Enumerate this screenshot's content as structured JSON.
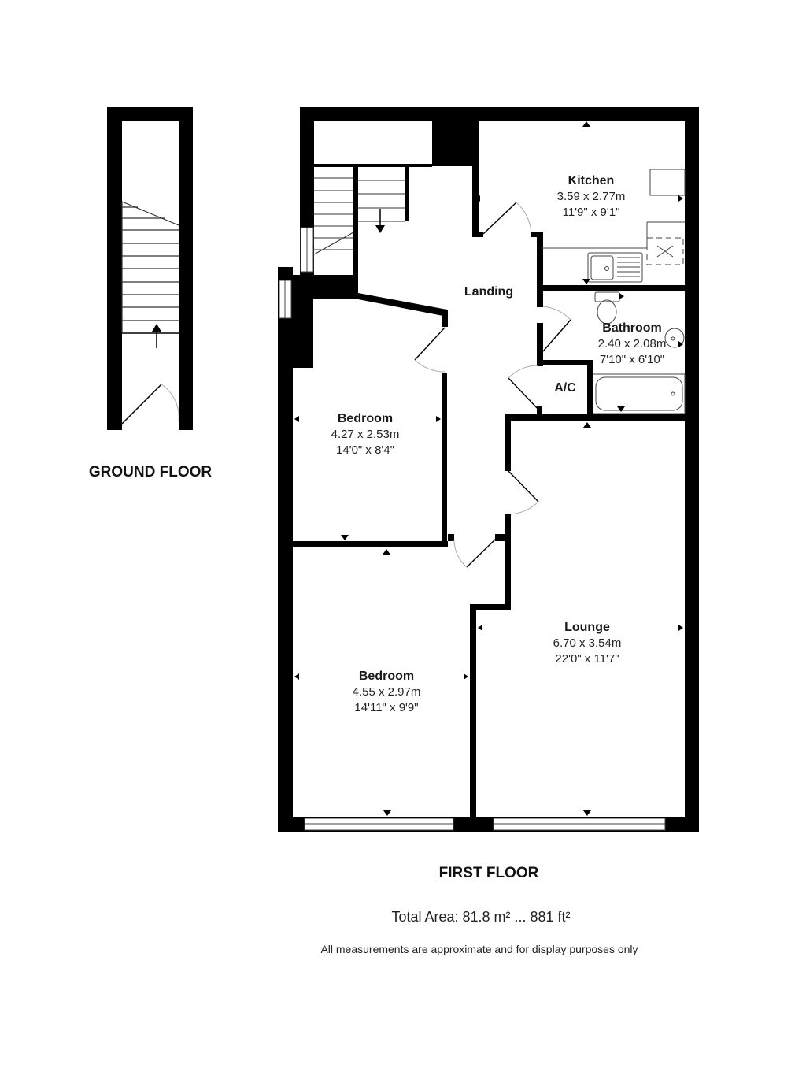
{
  "floors": {
    "ground": {
      "title": "GROUND FLOOR"
    },
    "first": {
      "title": "FIRST FLOOR"
    }
  },
  "rooms": {
    "kitchen": {
      "name": "Kitchen",
      "metric": "3.59 x 2.77m",
      "imperial": "11'9\" x 9'1\""
    },
    "landing": {
      "name": "Landing"
    },
    "bathroom": {
      "name": "Bathroom",
      "metric": "2.40 x 2.08m",
      "imperial": "7'10\" x 6'10\""
    },
    "ac": {
      "name": "A/C"
    },
    "bedroom1": {
      "name": "Bedroom",
      "metric": "4.27 x 2.53m",
      "imperial": "14'0\" x 8'4\""
    },
    "bedroom2": {
      "name": "Bedroom",
      "metric": "4.55 x 2.97m",
      "imperial": "14'11\" x 9'9\""
    },
    "lounge": {
      "name": "Lounge",
      "metric": "6.70 x 3.54m",
      "imperial": "22'0\" x 11'7\""
    }
  },
  "footer": {
    "total_area": "Total Area: 81.8 m² ... 881 ft²",
    "disclaimer": "All measurements are approximate and for display purposes only"
  },
  "colors": {
    "wall": "#000000",
    "background": "#ffffff",
    "door_arc": "#aaaaaa"
  }
}
